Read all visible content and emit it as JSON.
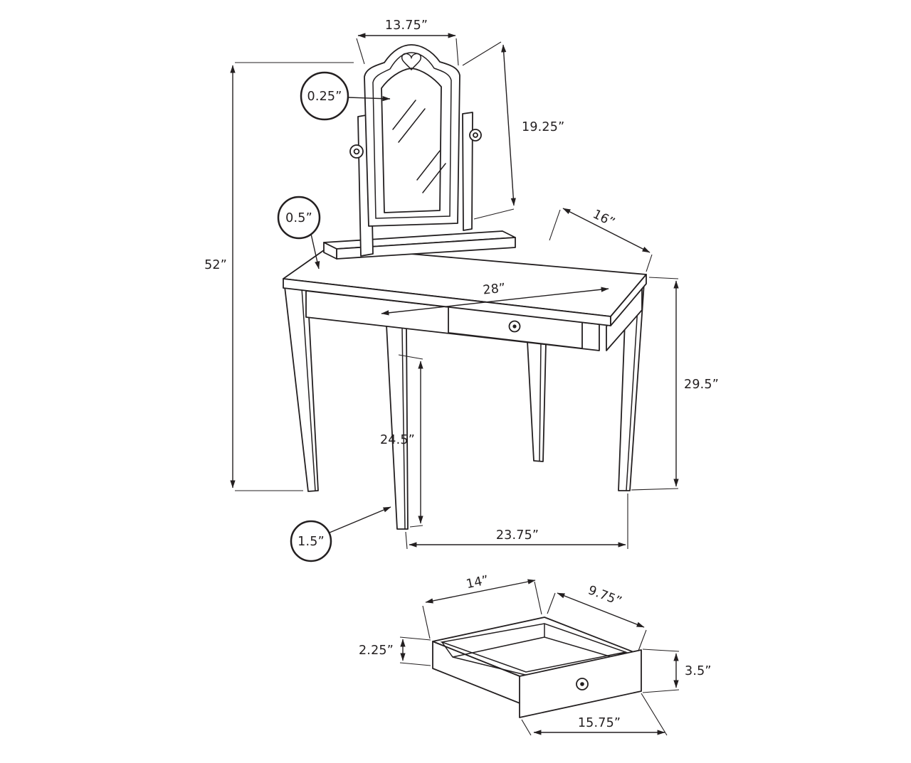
{
  "diagram": {
    "type": "technical-dimension-drawing",
    "subject": "vanity table with swivel mirror and pull-out drawer",
    "colors": {
      "line": "#231f20",
      "background": "#ffffff"
    },
    "labels": {
      "mirror_width": "13.75”",
      "mirror_glass_thickness": "0.25”",
      "mirror_height": "19.25”",
      "tabletop_thickness": "0.5”",
      "tabletop_depth": "16”",
      "overall_height": "52”",
      "tabletop_front_width": "28”",
      "table_height": "29.5”",
      "floor_clearance": "24.5”",
      "leg_bottom_width": "1.5”",
      "leg_span": "23.75”",
      "drawer_inner_width": "14”",
      "drawer_inner_depth": "9.75”",
      "drawer_inner_height": "2.25”",
      "drawer_front_height": "3.5”",
      "drawer_front_width": "15.75”"
    }
  }
}
